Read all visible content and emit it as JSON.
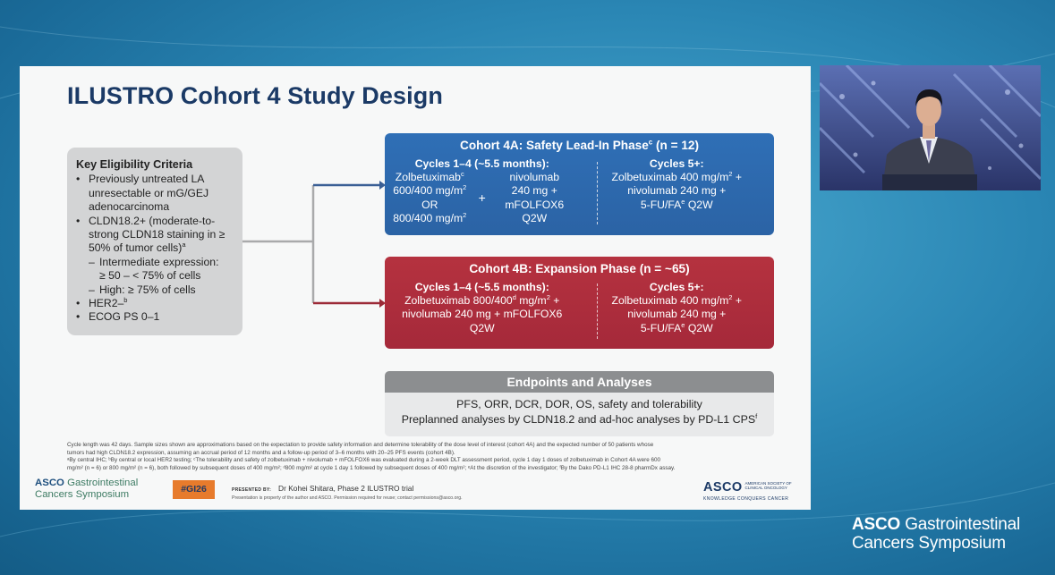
{
  "slide": {
    "title": "ILUSTRO Cohort 4 Study Design",
    "eligibility": {
      "heading": "Key Eligibility Criteria",
      "items": [
        {
          "bullet": "•",
          "text": "Previously untreated LA unresectable or mG/GEJ adenocarcinoma"
        },
        {
          "bullet": "•",
          "text": "CLDN18.2+ (moderate-to-strong CLDN18 staining in ≥ 50% of tumor cells)",
          "sup": "a"
        },
        {
          "bullet": "–",
          "text": "Intermediate expression:"
        },
        {
          "bullet": "",
          "text": "≥ 50 – < 75% of cells"
        },
        {
          "bullet": "–",
          "text": "High: ≥ 75% of cells"
        },
        {
          "bullet": "•",
          "text": "HER2–",
          "sup": "b"
        },
        {
          "bullet": "•",
          "text": "ECOG PS 0–1"
        }
      ]
    },
    "cohort4a": {
      "title": "Cohort 4A: Safety Lead-In Phase",
      "title_sup": "c",
      "title_n": " (n = 12)",
      "left_heading": "Cycles 1–4 (~5.5 months):",
      "left_drug_a_l1": "Zolbetuximab",
      "left_drug_a_sup": "c",
      "left_drug_a_l2": "600/400 mg/m",
      "left_drug_a_l2_sup": "2",
      "left_drug_a_l3": "OR",
      "left_drug_a_l4": "800/400 mg/m",
      "left_drug_a_l4_sup": "2",
      "plus": "+",
      "left_drug_b_l1": "nivolumab",
      "left_drug_b_l2": "240 mg +",
      "left_drug_b_l3": "mFOLFOX6",
      "left_drug_b_l4": "Q2W",
      "right_heading": "Cycles 5+:",
      "right_l1": "Zolbetuximab 400 mg/m",
      "right_l1_sup": "2",
      "right_l1_end": " +",
      "right_l2": "nivolumab 240 mg +",
      "right_l3": "5-FU/FA",
      "right_l3_sup": "e",
      "right_l3_end": " Q2W"
    },
    "cohort4b": {
      "title": "Cohort 4B: Expansion Phase (n = ~65)",
      "left_heading": "Cycles 1–4 (~5.5 months):",
      "left_l1": "Zolbetuximab 800/400",
      "left_l1_sup": "d",
      "left_l1_end": " mg/m",
      "left_l1_sup2": "2",
      "left_l1_end2": " +",
      "left_l2": "nivolumab 240 mg + mFOLFOX6",
      "left_l3": "Q2W",
      "right_heading": "Cycles 5+:",
      "right_l1": "Zolbetuximab 400 mg/m",
      "right_l1_sup": "2",
      "right_l1_end": " +",
      "right_l2": "nivolumab 240 mg +",
      "right_l3": "5-FU/FA",
      "right_l3_sup": "e",
      "right_l3_end": " Q2W"
    },
    "endpoints": {
      "heading": "Endpoints and Analyses",
      "line1": "PFS, ORR, DCR, DOR, OS, safety and tolerability",
      "line2": "Preplanned analyses by CLDN18.2 and ad-hoc analyses by PD-L1 CPS",
      "line2_sup": "f"
    },
    "footnote": {
      "l1": "Cycle length was 42 days. Sample sizes shown are approximations based on the expectation to provide safety information and determine tolerability of the dose level of interest (cohort 4A) and the expected number of 50 patients whose",
      "l2": "tumors had high CLDN18.2 expression, assuming an accrual period of 12 months and a follow-up period of 3–6 months with 20–25 PFS events (cohort 4B).",
      "l3": "ᵃBy central IHC; ᵇBy central or local HER2 testing; ᶜThe tolerability and safety of zolbetuximab + nivolumab + mFOLFOX6 was evaluated during a 2-week DLT assessment period, cycle 1 day 1 doses of zolbetuximab in Cohort 4A were 600",
      "l4": "mg/m² (n = 6) or 800 mg/m² (n = 6), both followed by subsequent doses of 400 mg/m²; ᵈ800 mg/m² at cycle 1 day 1 followed by subsequent doses of 400 mg/m²; ᵉAt the discretion of the investigator; ᶠBy the Dako PD-L1 IHC 28-8 pharmDx assay."
    },
    "footer": {
      "brand_asco": "ASCO",
      "brand_l1": " Gastrointestinal",
      "brand_l2": "Cancers Symposium",
      "hashtag": "#GI26",
      "presented_label": "PRESENTED BY:",
      "presenter": "Dr Kohei Shitara, Phase 2 ILUSTRO trial",
      "copyright": "Presentation is property of the author and ASCO. Permission required for reuse; contact permissions@asco.org.",
      "asco_logo": "ASCO",
      "asco_small_l1": "AMERICAN SOCIETY OF",
      "asco_small_l2": "CLINICAL ONCOLOGY",
      "asco_tagline": "KNOWLEDGE CONQUERS CANCER"
    }
  },
  "symposium": {
    "asco": "ASCO",
    "l1": " Gastrointestinal",
    "l2": "Cancers Symposium"
  },
  "colors": {
    "title": "#1b3a66",
    "cohort4a": "#2f6fb6",
    "cohort4b": "#b5323f",
    "endpoints_header": "#8c8e90",
    "hashtag_bg": "#e77b2c",
    "arrow_4a": "#3a5f95",
    "arrow_4b": "#9c2a37"
  },
  "icons": [
    "speaker-video",
    "arrow-to-cohort-4a",
    "arrow-to-cohort-4b"
  ]
}
